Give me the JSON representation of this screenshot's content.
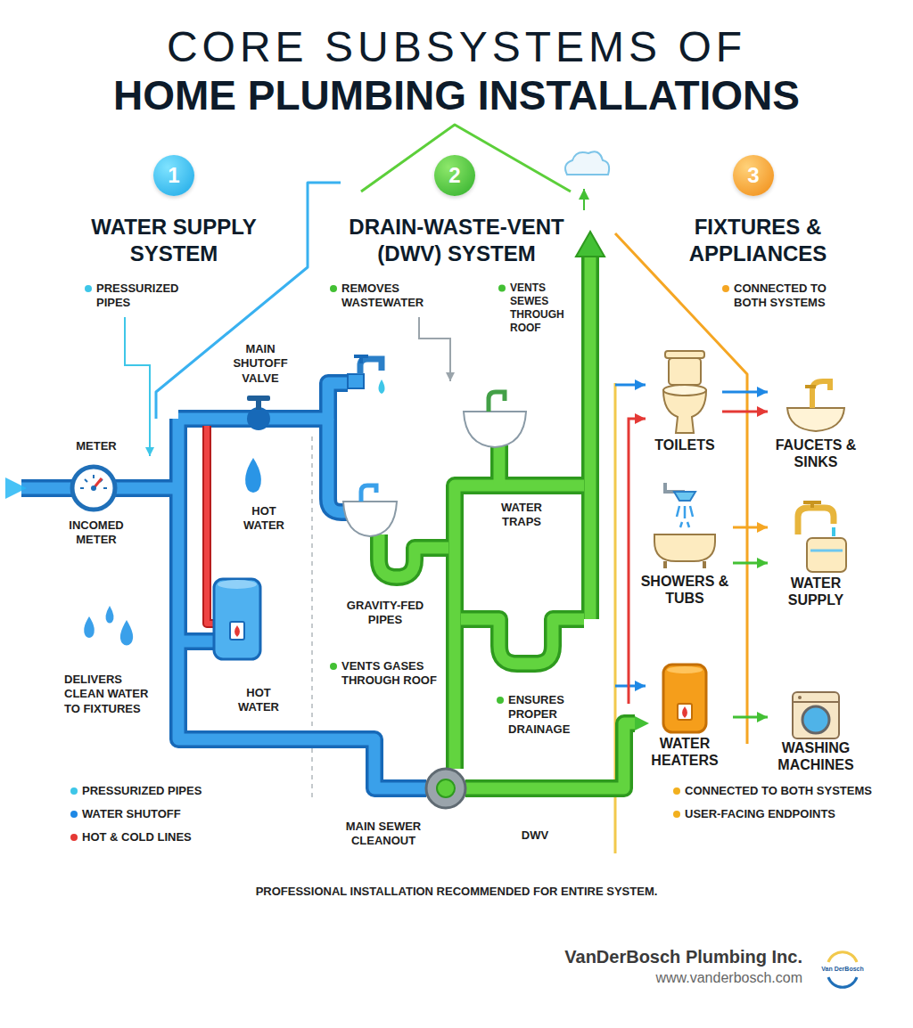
{
  "diagram": {
    "title": "CORE SUBSYSTEMS OF HOME PLUMBING INSTALLATIONS",
    "caption": "PROFESSIONAL INSTALLATION RECOMMENDED FOR ENTIRE SYSTEM.",
    "nodes": [
      {
        "text": [
          "1"
        ]
      },
      {
        "text": [
          "2"
        ]
      },
      {
        "text": [
          "3"
        ]
      },
      {
        "text": [
          "TOILETS"
        ]
      },
      {
        "text": [
          "FAUCETS & SINKS"
        ]
      },
      {
        "text": [
          "SHOWERS & TUBS"
        ]
      },
      {
        "text": [
          "WATER SUPPLY"
        ]
      },
      {
        "text": [
          "WATER HEATERS"
        ]
      },
      {
        "text": [
          "WASHING MACHINES"
        ]
      }
    ],
    "edges": [
      {
        "from": 3,
        "to": 4,
        "arrow": "to"
      },
      {
        "from": 3,
        "to": 4,
        "arrow": "to"
      },
      {
        "from": 5,
        "to": 6,
        "arrow": "to"
      },
      {
        "from": 5,
        "to": 6,
        "arrow": "to"
      },
      {
        "from": 7,
        "to": 8,
        "arrow": "to"
      }
    ],
    "labels": [
      "WATER SUPPLY SYSTEM",
      "PRESSURIZED PIPES",
      "MAIN SHUTOFF VALVE",
      "METER",
      "INCOMED METER",
      "HOT WATER",
      "HOT WATER",
      "DELIVERS CLEAN WATER TO FIXTURES",
      "PRESSURIZED PIPES",
      "WATER SHUTOFF",
      "HOT & COLD LINES",
      "DRAIN-WASTE-VENT (DWV) SYSTEM",
      "REMOVES WASTEWATER",
      "VENTS SEWES THROUGH ROOF",
      "WATER TRAPS",
      "GRAVITY-FED PIPES",
      "VENTS GASES THROUGH ROOF",
      "ENSURES PROPER DRAINAGE",
      "MAIN SEWER CLEANOUT",
      "DWV",
      "FIXTURES & APPLIANCES",
      "CONNECTED TO BOTH SYSTEMS",
      "CONNECTED TO BOTH SYSTEMS",
      "USER-FACING ENDPOINTS",
      "VanDerBosch Plumbing Inc.",
      "www.vanderbosch.com",
      "Van DerBosch"
    ]
  }
}
